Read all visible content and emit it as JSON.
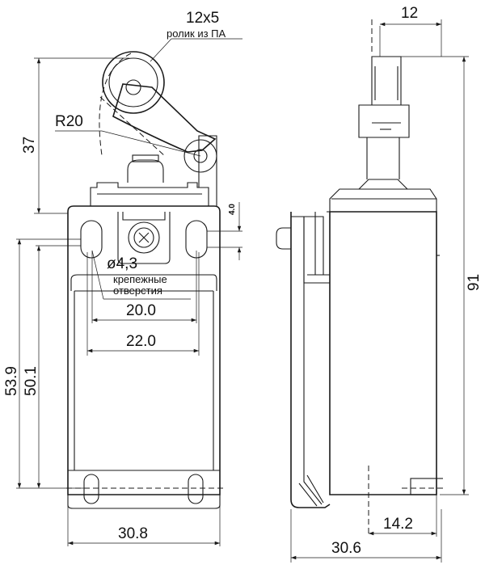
{
  "labels": {
    "roller_size": "12x5",
    "roller_material": "ролик из ПА",
    "arm_radius": "R20",
    "hole_diameter": "ø4,3",
    "hole_note_line1": "крепежные",
    "hole_note_line2": "отверстия",
    "dim_hole_offset": "4.0",
    "dim_hole_spacing_inner": "20.0",
    "dim_hole_spacing_outer": "22.0",
    "dim_actuator_height": "37",
    "dim_height_53_9": "53.9",
    "dim_height_50_1": "50.1",
    "dim_front_width": "30.8",
    "dim_roller_width": "12",
    "dim_total_height": "91",
    "dim_side_offset": "14.2",
    "dim_side_width": "30.6"
  }
}
